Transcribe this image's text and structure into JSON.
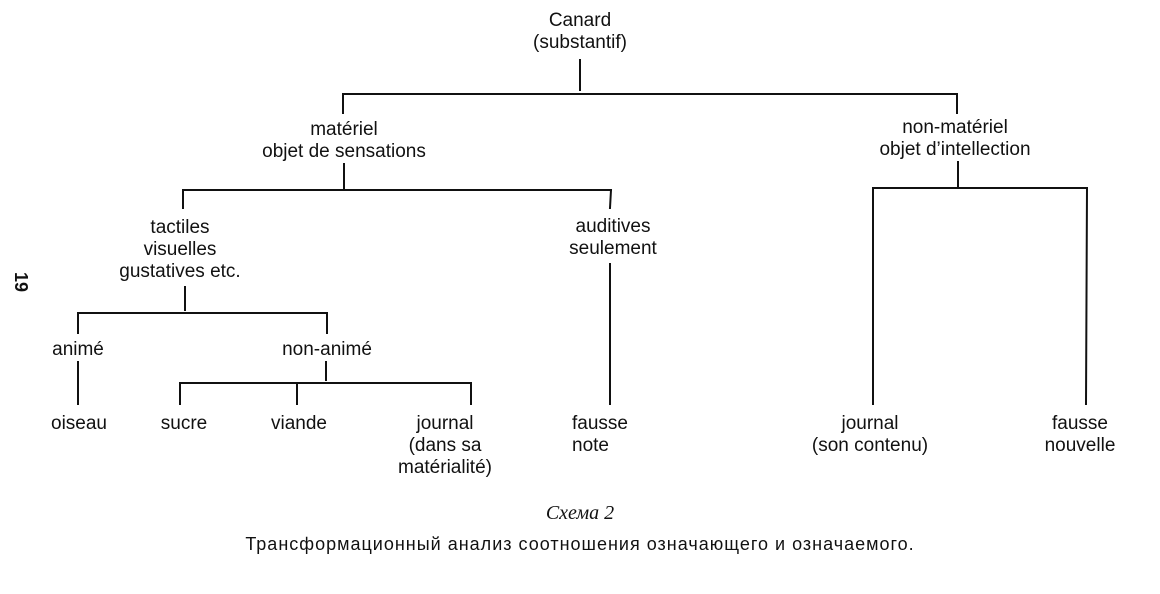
{
  "page_number": "19",
  "tree": {
    "root": {
      "line1": "Canard",
      "line2": "(substantif)"
    },
    "materiel": {
      "line1": "matériel",
      "line2": "objet de sensations"
    },
    "non_materiel": {
      "line1": "non-matériel",
      "line2": "objet d’intellection"
    },
    "tactiles": {
      "line1": "tactiles",
      "line2": "visuelles",
      "line3": "gustatives etc."
    },
    "auditives": {
      "line1": "auditives",
      "line2": "seulement"
    },
    "anime": {
      "line1": "animé"
    },
    "non_anime": {
      "line1": "non-animé"
    },
    "oiseau": {
      "line1": "oiseau"
    },
    "sucre": {
      "line1": "sucre"
    },
    "viande": {
      "line1": "viande"
    },
    "journal_material": {
      "line1": "journal",
      "line2": "(dans sa",
      "line3": "matérialité)"
    },
    "fausse_note": {
      "line1": "fausse",
      "line2": "note"
    },
    "journal_contenu": {
      "line1": "journal",
      "line2": "(son contenu)"
    },
    "fausse_nouvelle": {
      "line1": "fausse",
      "line2": "nouvelle"
    }
  },
  "caption": {
    "title": "Схема 2",
    "text": "Трансформационный анализ соотношения означающего и означаемого."
  },
  "colors": {
    "ink": "#111111",
    "paper": "#ffffff"
  }
}
